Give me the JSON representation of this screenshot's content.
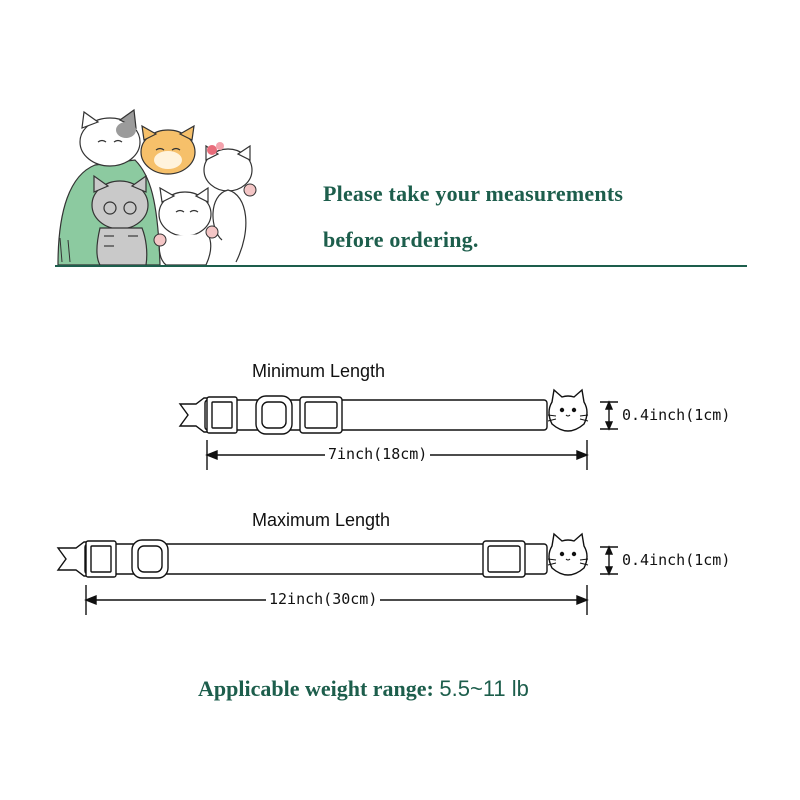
{
  "header": {
    "line1": "Please take your measurements",
    "line2": "before ordering."
  },
  "collars": [
    {
      "label": "Minimum Length",
      "length": "7inch(18cm)",
      "width": "0.4inch(1cm)"
    },
    {
      "label": "Maximum Length",
      "length": "12inch(30cm)",
      "width": "0.4inch(1cm)"
    }
  ],
  "weight": {
    "label": "Applicable weight range:",
    "value": "5.5~11 lb"
  },
  "colors": {
    "accent": "#1d5e4c",
    "line": "#111111"
  }
}
